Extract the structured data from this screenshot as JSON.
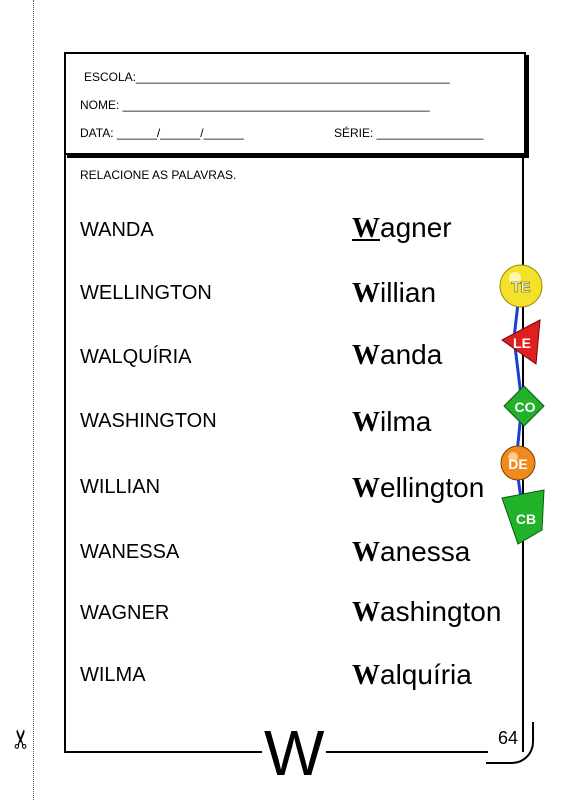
{
  "header": {
    "escola": "ESCOLA:_______________________________________________",
    "nome": "NOME: ______________________________________________",
    "data": "DATA: ______/______/______",
    "serie": "SÉRIE: ________________"
  },
  "instruction": "RELACIONE AS PALAVRAS.",
  "left_words": [
    "WANDA",
    "WELLINGTON",
    "WALQUÍRIA",
    "WASHINGTON",
    "WILLIAN",
    "WANESSA",
    "WAGNER",
    "WILMA"
  ],
  "right_words": [
    {
      "first": "W",
      "rest": "agner"
    },
    {
      "first": "W",
      "rest": "illian"
    },
    {
      "first": "W",
      "rest": "anda"
    },
    {
      "first": "W",
      "rest": "ilma"
    },
    {
      "first": "W",
      "rest": "ellington"
    },
    {
      "first": "W",
      "rest": "anessa"
    },
    {
      "first": "W",
      "rest": "ashington"
    },
    {
      "first": "W",
      "rest": "alquíria"
    }
  ],
  "logo_letters": [
    "TE",
    "LE",
    "CO",
    "DE",
    "CB"
  ],
  "big_letter": "W",
  "page_number": "64"
}
